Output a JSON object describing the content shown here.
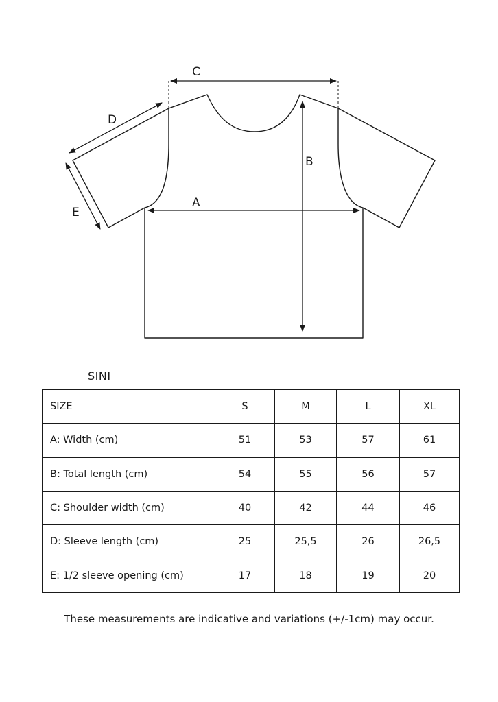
{
  "diagram": {
    "labels": {
      "a": "A",
      "b": "B",
      "c": "C",
      "d": "D",
      "e": "E"
    }
  },
  "product_name": "SINI",
  "table": {
    "header": {
      "label": "SIZE",
      "sizes": [
        "S",
        "M",
        "L",
        "XL"
      ]
    },
    "rows": [
      {
        "label": "A: Width (cm)",
        "values": [
          "51",
          "53",
          "57",
          "61"
        ]
      },
      {
        "label": "B: Total length (cm)",
        "values": [
          "54",
          "55",
          "56",
          "57"
        ]
      },
      {
        "label": "C: Shoulder width (cm)",
        "values": [
          "40",
          "42",
          "44",
          "46"
        ]
      },
      {
        "label": "D: Sleeve length (cm)",
        "values": [
          "25",
          "25,5",
          "26",
          "26,5"
        ]
      },
      {
        "label": "E: 1/2 sleeve opening (cm)",
        "values": [
          "17",
          "18",
          "19",
          "20"
        ]
      }
    ]
  },
  "disclaimer": "These measurements are indicative and variations (+/-1cm) may occur."
}
